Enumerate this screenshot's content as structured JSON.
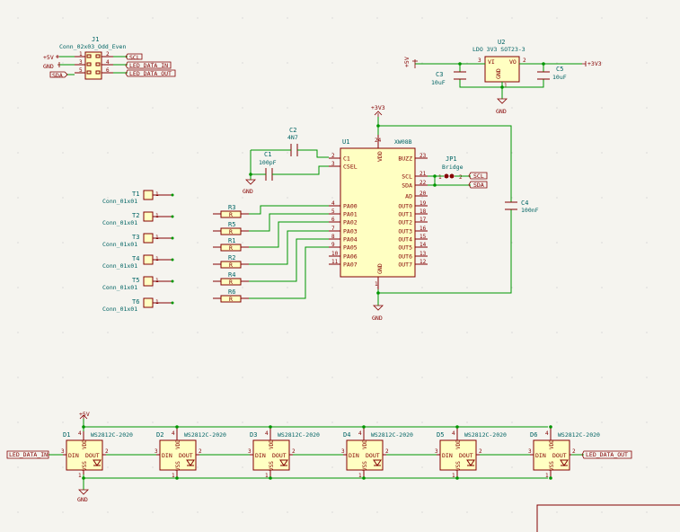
{
  "connector_j1": {
    "ref": "J1",
    "value": "Conn_02x03_Odd_Even",
    "left_pins": [
      "1",
      "3",
      "5"
    ],
    "right_pins": [
      "2",
      "4",
      "6"
    ],
    "left_nets": [
      "+5V",
      "GND",
      "SDA"
    ],
    "right_nets": [
      "SCL",
      "LED_DATA_IN",
      "LED_DATA_OUT"
    ]
  },
  "regulator": {
    "ref": "U2",
    "value": "LDO 3V3 SOT23-3",
    "pin_vi": "VI",
    "pin_vo": "VO",
    "pin_gnd": "GND",
    "pin_num_left": "3",
    "pin_num_right": "2",
    "pin_num_bottom": "1",
    "in_power": "+5V",
    "out_power": "+3V3",
    "gnd": "GND",
    "c3_ref": "C3",
    "c3_val": "10uF",
    "c5_ref": "C5",
    "c5_val": "10uF"
  },
  "mcu": {
    "ref": "U1",
    "value": "XW08B",
    "top_pin": "VDD",
    "top_pin_num": "24",
    "bottom_pin": "GND",
    "bottom_pin_num": "1",
    "left_pins": [
      {
        "name": "C1",
        "num": "2"
      },
      {
        "name": "CSEL",
        "num": "3"
      },
      {
        "name": "PA00",
        "num": "4"
      },
      {
        "name": "PA01",
        "num": "5"
      },
      {
        "name": "PA02",
        "num": "6"
      },
      {
        "name": "PA03",
        "num": "7"
      },
      {
        "name": "PA04",
        "num": "8"
      },
      {
        "name": "PA05",
        "num": "9"
      },
      {
        "name": "PA06",
        "num": "10"
      },
      {
        "name": "PA07",
        "num": "11"
      }
    ],
    "right_pins": [
      {
        "name": "BUZZ",
        "num": "23"
      },
      {
        "name": "SCL",
        "num": "21"
      },
      {
        "name": "SDA",
        "num": "22"
      },
      {
        "name": "AD",
        "num": "20"
      },
      {
        "name": "OUT0",
        "num": "19"
      },
      {
        "name": "OUT1",
        "num": "18"
      },
      {
        "name": "OUT2",
        "num": "17"
      },
      {
        "name": "OUT3",
        "num": "16"
      },
      {
        "name": "OUT4",
        "num": "15"
      },
      {
        "name": "OUT5",
        "num": "14"
      },
      {
        "name": "OUT6",
        "num": "13"
      },
      {
        "name": "OUT7",
        "num": "12"
      }
    ],
    "vdd_power": "+3V3",
    "gnd_power": "GND"
  },
  "caps": {
    "c1_ref": "C1",
    "c1_val": "100pF",
    "c2_ref": "C2",
    "c2_val": "4N7",
    "c4_ref": "C4",
    "c4_val": "100nF",
    "gnd": "GND"
  },
  "jumper": {
    "ref": "JP1",
    "value": "Bridge",
    "pin1": "1",
    "pin2": "2",
    "net_scl": "SCL",
    "net_sda": "SDA"
  },
  "touch_pads": [
    {
      "ref": "T1",
      "value": "Conn_01x01",
      "pin": "1"
    },
    {
      "ref": "T2",
      "value": "Conn_01x01",
      "pin": "1"
    },
    {
      "ref": "T3",
      "value": "Conn_01x01",
      "pin": "1"
    },
    {
      "ref": "T4",
      "value": "Conn_01x01",
      "pin": "1"
    },
    {
      "ref": "T5",
      "value": "Conn_01x01",
      "pin": "1"
    },
    {
      "ref": "T6",
      "value": "Conn_01x01",
      "pin": "1"
    }
  ],
  "resistors": [
    {
      "ref": "R3",
      "body": "R"
    },
    {
      "ref": "R5",
      "body": "R"
    },
    {
      "ref": "R1",
      "body": "R"
    },
    {
      "ref": "R2",
      "body": "R"
    },
    {
      "ref": "R4",
      "body": "R"
    },
    {
      "ref": "R6",
      "body": "R"
    }
  ],
  "leds": [
    {
      "ref": "D1",
      "value": "WS2812C-2020"
    },
    {
      "ref": "D2",
      "value": "WS2812C-2020"
    },
    {
      "ref": "D3",
      "value": "WS2812C-2020"
    },
    {
      "ref": "D4",
      "value": "WS2812C-2020"
    },
    {
      "ref": "D5",
      "value": "WS2812C-2020"
    },
    {
      "ref": "D6",
      "value": "WS2812C-2020"
    }
  ],
  "led_pins": {
    "vdd": "VDD",
    "vss": "VSS",
    "din": "DIN",
    "dout": "DOUT",
    "n_vdd": "4",
    "n_vss": "1",
    "n_din": "3",
    "n_dout": "2"
  },
  "led_chain": {
    "power": "+5V",
    "gnd": "GND",
    "data_in": "LED_DATA_IN",
    "data_out": "LED_DATA_OUT"
  }
}
